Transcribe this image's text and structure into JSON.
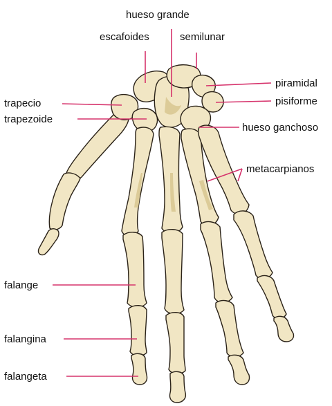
{
  "labels": {
    "hueso_grande": "hueso grande",
    "escafoides": "escafoides",
    "semilunar": "semilunar",
    "piramidal": "piramidal",
    "pisiforme": "pisiforme",
    "trapecio": "trapecio",
    "trapezoide": "trapezoide",
    "hueso_ganchoso": "hueso ganchoso",
    "metacarpianos": "metacarpianos",
    "falange": "falange",
    "falangina": "falangina",
    "falangeta": "falangeta"
  },
  "colors": {
    "bone": "#f1e6c4",
    "bone_shade": "#dccb98",
    "outline": "#2a2218",
    "leader_line": "#d6336c",
    "text": "#111111"
  }
}
